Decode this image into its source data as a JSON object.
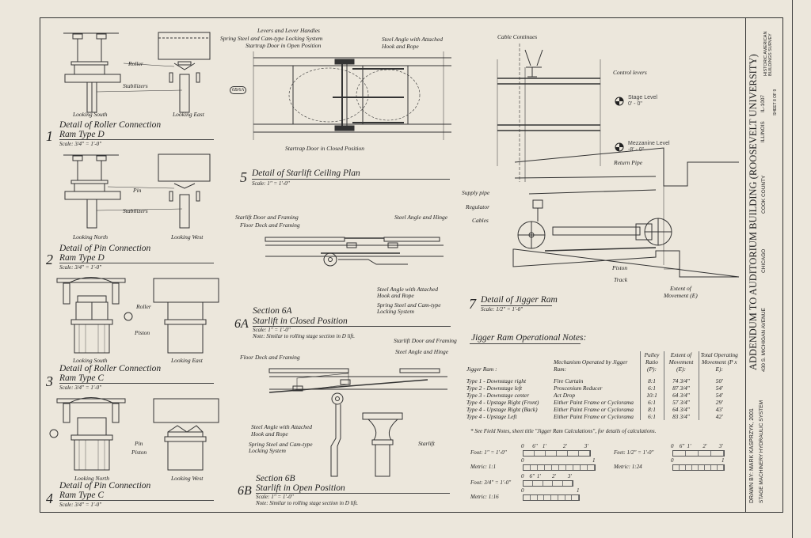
{
  "details": [
    {
      "number": "1",
      "title": "Detail of Roller Connection",
      "subtitle": "Ram Type D",
      "scale": "Scale: 3/4\" = 1'-0\"",
      "labels": [
        "Roller",
        "Stabilizers",
        "Looking South",
        "Looking East"
      ]
    },
    {
      "number": "2",
      "title": "Detail of Pin Connection",
      "subtitle": "Ram Type D",
      "scale": "Scale: 3/4\" = 1'-0\"",
      "labels": [
        "Pin",
        "Stabilizers",
        "Looking North",
        "Looking West"
      ]
    },
    {
      "number": "3",
      "title": "Detail of Roller Connection",
      "subtitle": "Ram Type C",
      "scale": "Scale: 3/4\" = 1'-0\"",
      "labels": [
        "Roller",
        "Piston",
        "Looking South",
        "Looking East"
      ]
    },
    {
      "number": "4",
      "title": "Detail of Pin Connection",
      "subtitle": "Ram Type C",
      "scale": "Scale: 3/4\" = 1'-0\"",
      "labels": [
        "Pin",
        "Piston",
        "Looking North",
        "Looking West"
      ]
    }
  ],
  "detail5": {
    "number": "5",
    "title": "Detail of Starlift Ceiling Plan",
    "scale": "Scale: 1\" = 1'-0\"",
    "labels": [
      "Levers and Lever Handles",
      "Spring Steel and Cam-type Locking System",
      "Startrap Door in Open Position",
      "Steel Angle with Attached",
      "Hook and Rope",
      "Startrap Door in Closed Position"
    ],
    "ref_tag": "6B/6A"
  },
  "section6a": {
    "number": "6A",
    "section": "Section 6A",
    "title": "Starlift in Closed Position",
    "scale": "Scale: 1\" = 1'-0\"",
    "note": "Note: Similar to rolling stage section in D lift.",
    "labels": [
      "Starlift Door and Framing",
      "Floor Deck and Framing",
      "Steel Angle and Hinge",
      "Steel Angle with Attached",
      "Hook and Rope",
      "Spring Steel and Cam-type",
      "Locking System"
    ]
  },
  "section6b": {
    "number": "6B",
    "section": "Section 6B",
    "title": "Starlift in Open Position",
    "scale": "Scale: 1\" = 1'-0\"",
    "note": "Note: Similar to rolling stage section in D lift.",
    "labels": [
      "Starlift Door and Framing",
      "Steel Angle and Hinge",
      "Floor Deck and Framing",
      "Steel Angle with Attached",
      "Hook and Rope",
      "Spring Steel and Cam-type",
      "Locking System",
      "Starlift"
    ]
  },
  "detail7": {
    "number": "7",
    "title": "Detail of Jigger Ram",
    "scale": "Scale: 1/2\" = 1'-0\"",
    "labels": [
      "Cable Continues",
      "Control levers",
      "Return Pipe",
      "Supply pipe",
      "Regulator",
      "Cables",
      "Piston",
      "Track",
      "Extent of",
      "Movement (E)"
    ],
    "levels": [
      {
        "name": "Stage Level",
        "elev": "0' - 0\""
      },
      {
        "name": "Mezzanine Level",
        "elev": "-8' - 0\""
      }
    ]
  },
  "notes": {
    "heading": "Jigger Ram Operational Notes:",
    "columns": [
      "Jigger Ram :",
      "Mechanism Operated by Jigger Ram:",
      "Pulley Ratio (P):",
      "Extent of Movement (E):",
      "Total Operating Movement (P x E):"
    ],
    "rows": [
      [
        "Type 1 - Downstage right",
        "Fire Curtain",
        "8:1",
        "74 3/4\"",
        "50'"
      ],
      [
        "Type 2 - Downstage left",
        "Proscenium Reducer",
        "6:1",
        "87 3/4\"",
        "54'"
      ],
      [
        "Type 3 - Downstage center",
        "Act Drop",
        "10:1",
        "64 3/4\"",
        "54'"
      ],
      [
        "Type 4 - Upstage Right (Front)",
        "Either Paint Frame or Cyclorama",
        "6:1",
        "57 3/4\"",
        "29'"
      ],
      [
        "Type 4 - Upstage Right (Back)",
        "Either Paint Frame or Cyclorama",
        "8:1",
        "64 3/4\"",
        "43'"
      ],
      [
        "Type 4 - Upstage Left",
        "Either Paint Frame or Cyclorama",
        "6:1",
        "83 3/4\"",
        "42'"
      ]
    ],
    "footnote": "* See Field Notes, sheet title \"Jigger Ram Calculations\", for details of calculations."
  },
  "scales": [
    {
      "label": "Foot: 1\" = 1'-0\"",
      "ticks": [
        "0",
        "6\"",
        "1'",
        "2'",
        "3'"
      ],
      "divisions": 6
    },
    {
      "label": "Metric: 1:1",
      "ticks": [
        "0",
        "1"
      ],
      "divisions": 10
    },
    {
      "label": "Foot: 3/4\" = 1'-0\"",
      "ticks": [
        "0",
        "6\"",
        "1'",
        "2'",
        "3'"
      ],
      "divisions": 5
    },
    {
      "label": "Metric: 1:16",
      "ticks": [
        "0",
        "1"
      ],
      "divisions": 8
    },
    {
      "label": "Feet: 1/2\" = 1'-0\"",
      "ticks": [
        "0",
        "6\"",
        "1'",
        "2'",
        "3'"
      ],
      "divisions": 4
    },
    {
      "label": "Metric: 1:24",
      "ticks": [
        "0",
        "1"
      ],
      "divisions": 8
    }
  ],
  "title_block": {
    "drawn_by": "DRAWN BY: MARK KASPRZYK, 2001",
    "sheet_subject": "STAGE MACHINERY HYDRAULIC SYSTEM",
    "project": "ADDENDUM TO AUDITORIUM BUILDING (ROOSEVELT UNIVERSITY)",
    "address": "430 S. MICHIGAN AVENUE",
    "city": "CHICAGO",
    "county": "COOK COUNTY",
    "state": "ILLINOIS",
    "survey_number": "IL-1007",
    "agency": "HISTORIC AMERICAN BUILDINGS SURVEY",
    "sheet": "SHEET 8 OF 9"
  }
}
